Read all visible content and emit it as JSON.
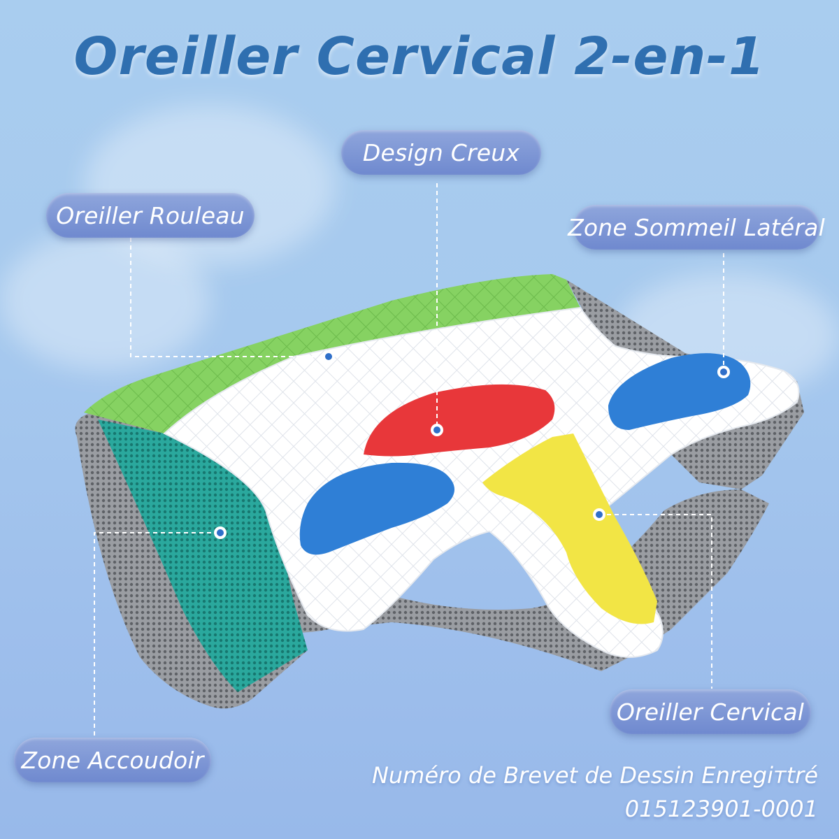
{
  "title": "Oreiller Cervical 2-en-1",
  "labels": {
    "design_creux": "Design Creux",
    "oreiller_rouleau": "Oreiller Rouleau",
    "zone_sommeil_lateral": "Zone Sommeil Latéral",
    "oreiller_cervical": "Oreiller Cervical",
    "zone_accoudoir": "Zone Accoudoir"
  },
  "patent": {
    "line1": "Numéro de Brevet de Dessin Enregiтtré",
    "line2": "015123901-0001"
  },
  "colors": {
    "title": "#2f6fb0",
    "pill": "#7a93d4",
    "green": "#7fcf5c",
    "teal": "#27a49a",
    "red": "#e8373a",
    "blue": "#2f7fd6",
    "yellow": "#f2e545",
    "mesh": "#8c8f94"
  }
}
